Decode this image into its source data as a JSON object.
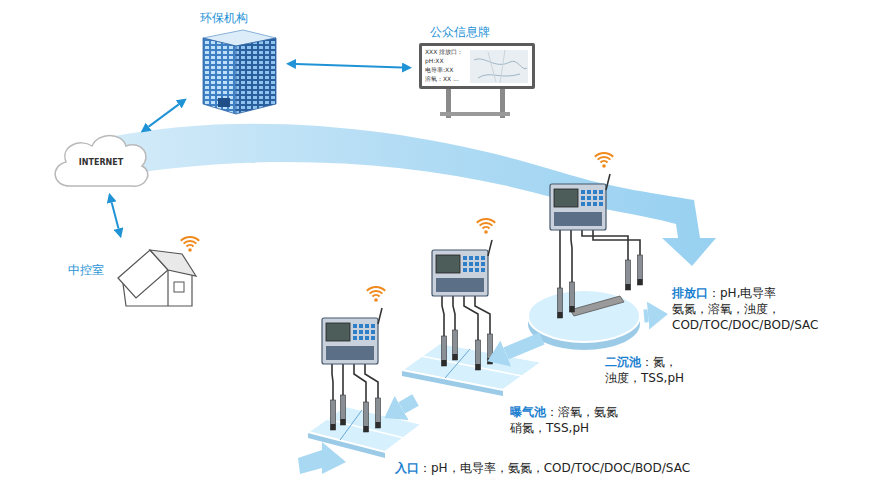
{
  "diagram": {
    "nodes": [
      {
        "text": [
          "环保机构"
        ]
      },
      {
        "text": [
          "公众信息牌",
          "XXX 排放口：",
          "pH:XX",
          "电导率:XX",
          "溶氧：XX ..."
        ]
      },
      {
        "text": [
          "INTERNET"
        ]
      },
      {
        "text": [
          "中控室"
        ]
      },
      {
        "text": [
          "入口",
          "：pH，电导率，氨氮，COD/TOC/DOC/BOD/SAC"
        ]
      },
      {
        "text": [
          "曝气池",
          "：溶氧，氨氮 硝氮，TSS,pH"
        ]
      },
      {
        "text": [
          "二沉池",
          "：氮， 浊度，TSS,pH"
        ]
      },
      {
        "text": [
          "排放口",
          "：pH,电导率 氨氮，溶氧，浊度， COD/TOC/DOC/BOD/SAC"
        ]
      }
    ],
    "edges": [
      {
        "from": 0,
        "to": 1,
        "arrow": "both"
      },
      {
        "from": 2,
        "to": 0,
        "arrow": "both"
      },
      {
        "from": 2,
        "to": 3,
        "arrow": "both"
      },
      {
        "from": 4,
        "to": 5,
        "arrow": "to"
      },
      {
        "from": 5,
        "to": 6,
        "arrow": "to"
      },
      {
        "from": 6,
        "to": 7,
        "arrow": "to"
      }
    ]
  }
}
